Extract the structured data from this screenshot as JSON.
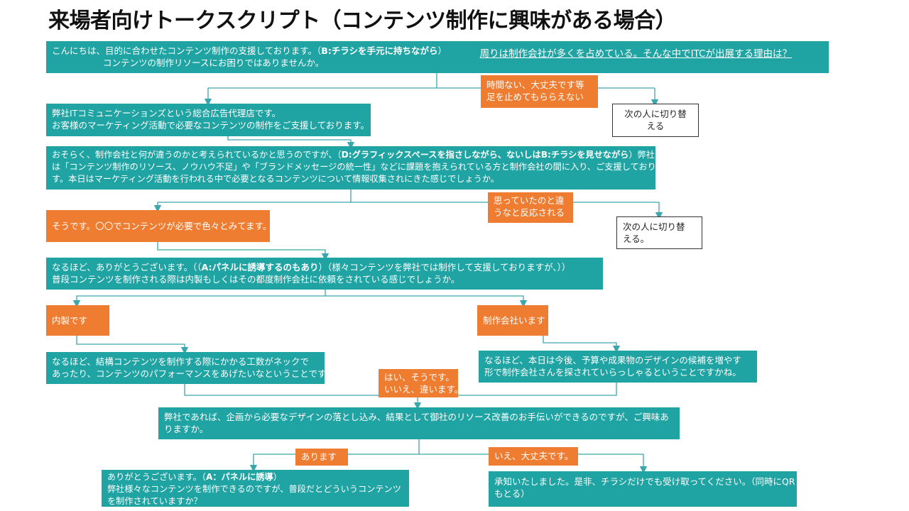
{
  "title": "来場者向けトークスクリプト（コンテンツ制作に興味がある場合）",
  "nodes": {
    "intro": {
      "line1": "こんにちは、目的に合わせたコンテンツ制作の支援しております。（",
      "line1_bold": "B:チラシを手元に持ちながら",
      "line1_end": "）",
      "line2": "コンテンツの制作リソースにお困りではありませんか。",
      "question": "周りは制作会社が多くを占めている。そんな中でITCが出展する理由は？"
    },
    "no_time": {
      "line1": "時間ない、大丈夫です等",
      "line2": "足を止めてもららえない"
    },
    "next_person_1": {
      "line1": "次の人に切り替",
      "line2": "える"
    },
    "company": {
      "line1": "弊社ITコミュニケーションズという総合広告代理店です。",
      "line2": "お客様のマーケティング活動で必要なコンテンツの制作をご支援しております。"
    },
    "difference": {
      "line1_a": "おそらく、制作会社と何が違うのかと考えられているかと思うのですが、（",
      "line1_bold": "D:グラフィックスペースを指さしながら、ないしはB:チラシを見せながら",
      "line1_b": "）弊社",
      "line2": "は「コンテンツ制作のリソース、ノウハウ不足」や「ブランドメッセージの統一性」などに課題を抱えられている方と制作会社の間に入り、ご支援しておりま",
      "line3": "す。本日はマーケティング活動を行われる中で必要となるコンテンツについて情報収集されにきた感じでしょうか。"
    },
    "unexpected": {
      "line1": "思っていたのと違",
      "line2": "うなと反応される"
    },
    "next_person_2": {
      "line1": "次の人に切り替",
      "line2": "える。"
    },
    "yes_content": {
      "text": "そうです。〇〇でコンテンツが必要で色々とみてます。"
    },
    "thanks": {
      "line1_a": "なるほど、ありがとうございます。（（",
      "line1_bold": "A:パネルに誘導するのもあり",
      "line1_b": "）（様々コンテンツを弊社では制作して支援しておりますが、））",
      "line2": "普段コンテンツを制作される際は内製もしくはその都度制作会社に依頼をされている感じでしょうか。"
    },
    "inhouse": {
      "text": "内製です"
    },
    "agency": {
      "text": "制作会社います"
    },
    "inhouse_reply": {
      "line1": "なるほど、結構コンテンツを制作する際にかかる工数がネックで",
      "line2": "あったり、コンテンツのパフォーマンスをあげたいなということですかね。"
    },
    "agency_reply": {
      "line1": "なるほど、本日は今後、予算や成果物のデザインの候補を増やす",
      "line2": "形で制作会社さんを探されていらっしゃるということですかね。"
    },
    "yes_no": {
      "line1": "はい、そうです。",
      "line2": "いいえ、違います。"
    },
    "proposal": {
      "line1": "弊社であれば、企画から必要なデザインの落とし込み、結果として御社のリソース改善のお手伝いができるのですが、ご興味あ",
      "line2": "りますか。"
    },
    "interested": {
      "text": "あります"
    },
    "not_interested": {
      "text": "いえ、大丈夫です。"
    },
    "final_yes": {
      "line1_a": "ありがとうございます。（",
      "line1_bold": "A：パネルに誘導",
      "line1_b": "）",
      "line2": "弊社様々なコンテンツを制作できるのですが、普段だとどういうコンテンツ",
      "line3": "を制作されていますか？"
    },
    "final_no": {
      "line1": "承知いたしました。是非、チラシだけでも受け取ってください。（同時にQR",
      "line2": "もとる）"
    }
  },
  "colors": {
    "teal": "#20a3a3",
    "orange": "#ee7d31",
    "connector": "#3aa6ad"
  }
}
